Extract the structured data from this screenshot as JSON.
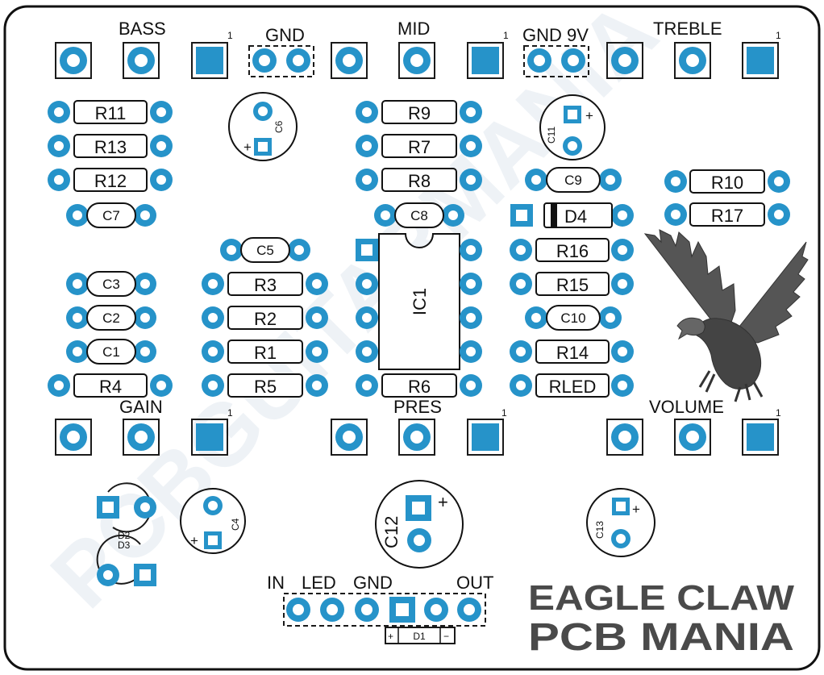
{
  "board_labels": {
    "bass": "BASS",
    "gnd_top": "GND",
    "mid": "MID",
    "gnd_9v": "GND 9V",
    "treble": "TREBLE",
    "gain": "GAIN",
    "pres": "PRES",
    "volume": "VOLUME",
    "in": "IN",
    "led": "LED",
    "gnd_bottom": "GND",
    "out": "OUT",
    "pin1": "1"
  },
  "components": {
    "r11": "R11",
    "r13": "R13",
    "r12": "R12",
    "c7": "C7",
    "c6": "C6",
    "r9": "R9",
    "r7": "R7",
    "r8": "R8",
    "c8": "C8",
    "c11": "C11",
    "c9": "C9",
    "d4": "D4",
    "r10": "R10",
    "r17": "R17",
    "c5": "C5",
    "c3": "C3",
    "c2": "C2",
    "c1": "C1",
    "r3": "R3",
    "r2": "R2",
    "r1": "R1",
    "r4": "R4",
    "r5": "R5",
    "ic1": "IC1",
    "r6": "R6",
    "r16": "R16",
    "r15": "R15",
    "c10": "C10",
    "r14": "R14",
    "rled": "RLED",
    "c4": "C4",
    "c12": "C12",
    "c13": "C13",
    "d2": "D2",
    "d3": "D3",
    "d1": "D1"
  },
  "polarity": {
    "plus": "+",
    "minus": "−"
  },
  "brand": {
    "line1": "EAGLE CLAW",
    "line2": "PCB MANIA"
  },
  "watermark": "PCBGUITARMANIA",
  "colors": {
    "pad": "#2693c9",
    "silkscreen": "#111111",
    "brand_text": "#4a4a4a",
    "board": "#ffffff"
  }
}
